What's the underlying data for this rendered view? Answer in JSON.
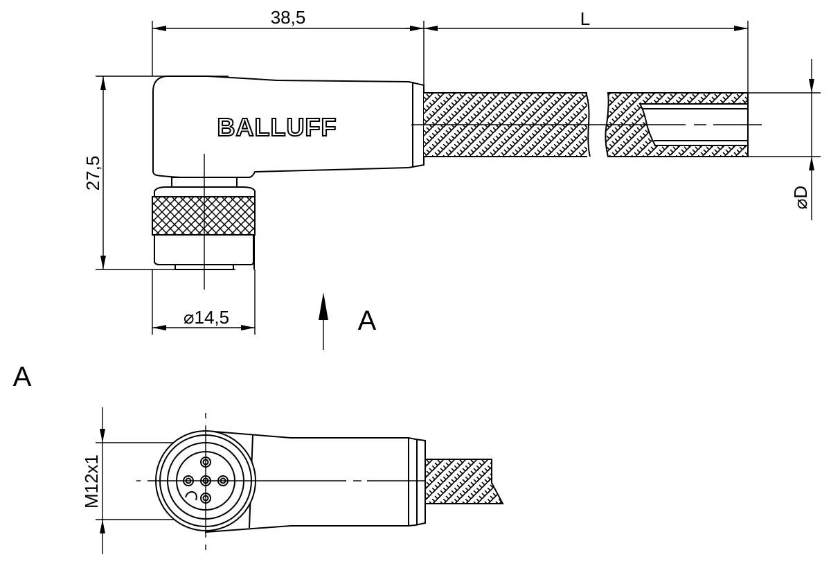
{
  "drawing": {
    "brand_label": "BALLUFF",
    "colors": {
      "line": "#000000",
      "background": "#ffffff"
    },
    "side_view": {
      "dimensions": {
        "housing_length": "38,5",
        "cable_length": "L",
        "height": "27,5",
        "nut_diameter": "⌀14,5",
        "cable_diameter": "⌀D"
      },
      "view_arrow_label": "A"
    },
    "view_a": {
      "title": "A",
      "thread_label": "M12x1",
      "pin_count": 5
    }
  }
}
